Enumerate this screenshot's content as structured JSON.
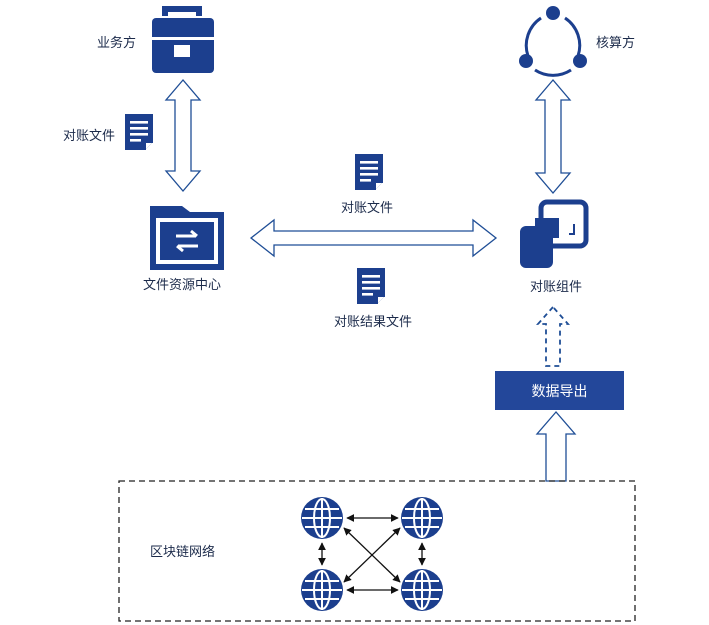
{
  "colors": {
    "icon": "#1c3f8e",
    "arrow_stroke": "#1f4e96",
    "button_bg": "#23479a",
    "text": "#1b2a4a"
  },
  "nodes": {
    "business": {
      "label": "业务方",
      "icon": "briefcase-icon"
    },
    "accounting": {
      "label": "核算方",
      "icon": "network-nodes-icon"
    },
    "file_center": {
      "label": "文件资源中心",
      "icon": "folder-exchange-icon"
    },
    "recon_component": {
      "label": "对账组件",
      "icon": "copy-docs-icon"
    },
    "blockchain": {
      "label": "区块链网络",
      "icon": "globe-icon"
    }
  },
  "files": {
    "left_recon_file": "对账文件",
    "center_recon_file": "对账文件",
    "recon_result_file": "对账结果文件"
  },
  "export_button": {
    "label": "数据导出"
  }
}
